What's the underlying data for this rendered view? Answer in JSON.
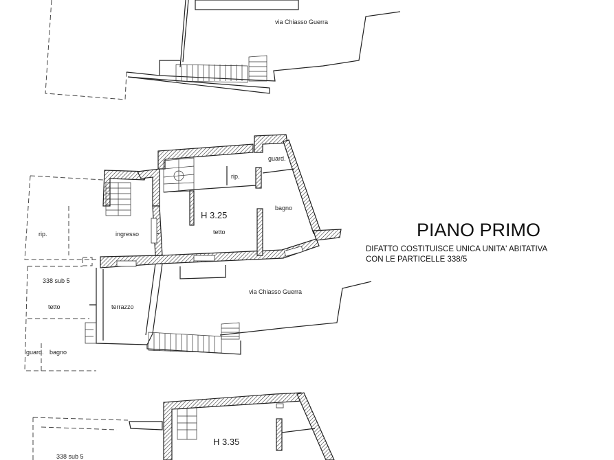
{
  "title": "PIANO PRIMO",
  "note_line1": "DIFATTO COSTITUISCE UNICA UNITA' ABITATIVA",
  "note_line2": "CON LE PARTICELLE 338/5",
  "top_plan": {
    "street": "via  Chiasso   Guerra"
  },
  "middle_plan": {
    "rip_left": "rip.",
    "ingresso": "ingresso",
    "height": "H 3.25",
    "tetto": "tetto",
    "rip_top": "rip.",
    "guard": "guard.",
    "bagno": "bagno",
    "sub5": "338 sub 5",
    "tetto_left": "tetto",
    "terrazzo": "terrazzo",
    "guard_small": "guard.",
    "bagno_small": "bagno",
    "street": "via  Chiasso   Guerra"
  },
  "bottom_plan": {
    "height": "H 3.35",
    "sub5": "338 sub 5"
  }
}
